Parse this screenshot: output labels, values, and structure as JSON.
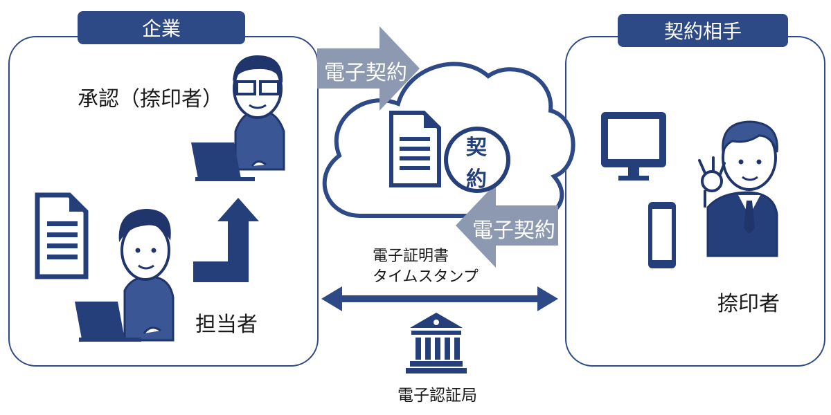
{
  "company": {
    "tab_label": "企業",
    "approver_label": "承認（捺印者）",
    "staff_label": "担当者"
  },
  "partner": {
    "tab_label": "契約相手",
    "sealer_label": "捺印者"
  },
  "cloud": {
    "seal_chars": [
      "契",
      "約"
    ],
    "arrow_top_label": "電子契約",
    "arrow_bottom_label": "電子契約"
  },
  "exchange": {
    "line1": "電子証明書",
    "line2": "タイムスタンプ"
  },
  "authority": {
    "label": "電子認証局"
  },
  "colors": {
    "navy": "#2e4a86",
    "arrow_gray": "#8c99b1"
  }
}
